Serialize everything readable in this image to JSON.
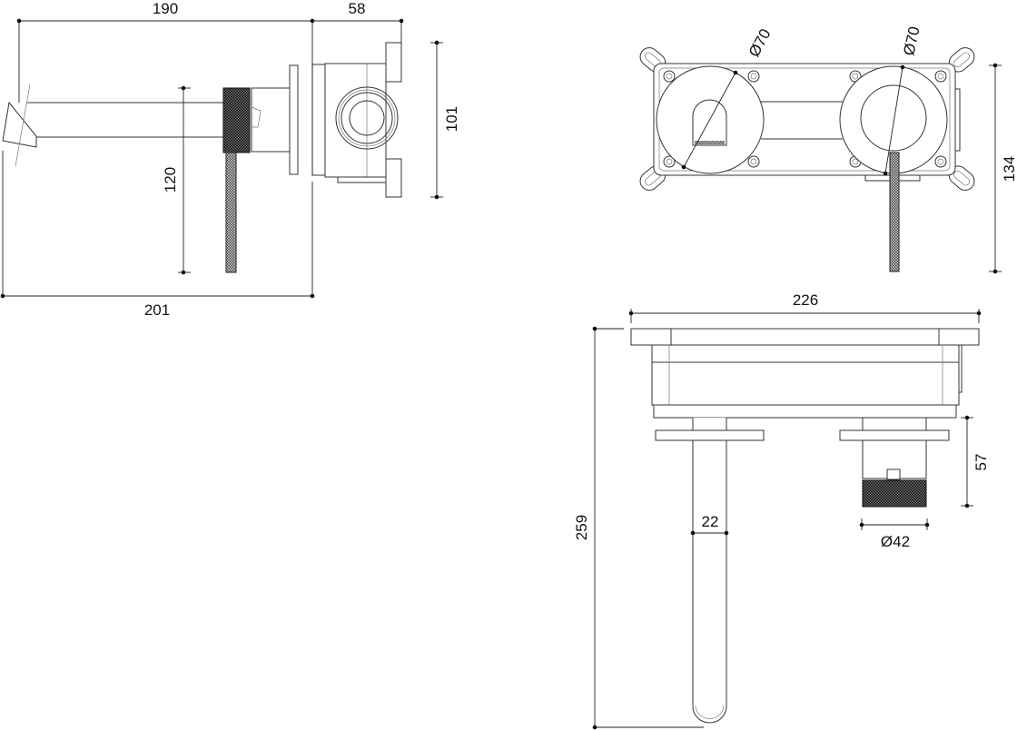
{
  "drawing": {
    "title": "Wall-mounted basin mixer technical drawing",
    "colors": {
      "line": "#333333",
      "knurl": "#1a1a1a",
      "background": "#ffffff"
    },
    "side_view": {
      "dim_spout_projection": "190",
      "dim_box_depth": "58",
      "dim_total_projection": "201",
      "dim_lever_length": "120",
      "dim_box_height": "101"
    },
    "front_view": {
      "dim_spout_plate_diameter": "Ø70",
      "dim_handle_plate_diameter": "Ø70",
      "dim_total_height": "134"
    },
    "top_view": {
      "dim_box_width": "226",
      "dim_spout_length": "259",
      "dim_spout_diameter": "22",
      "dim_handle_depth": "57",
      "dim_handle_diameter": "Ø42"
    }
  }
}
